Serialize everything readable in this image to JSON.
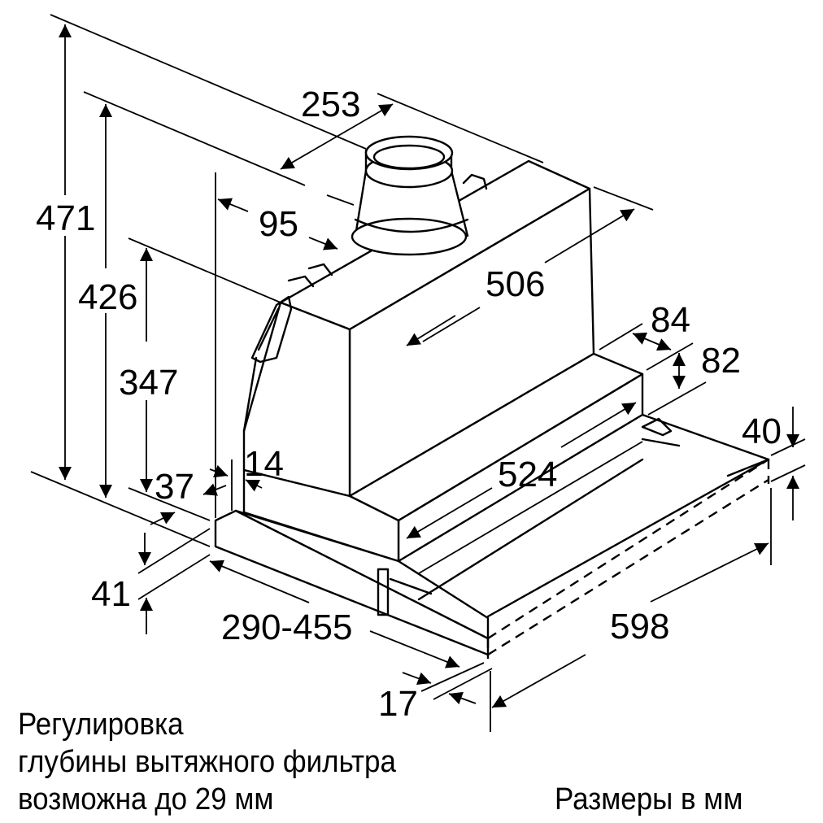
{
  "drawing": {
    "subject": "telescopic range hood dimension drawing",
    "line_color": "#000000",
    "background": "#ffffff"
  },
  "dimensions": {
    "d471": "471",
    "d426": "426",
    "d347": "347",
    "d253": "253",
    "d95": "95",
    "d506": "506",
    "d84": "84",
    "d82": "82",
    "d40": "40",
    "d524": "524",
    "d14": "14",
    "d37": "37",
    "d41": "41",
    "d290_455": "290-455",
    "d598": "598",
    "d17": "17"
  },
  "notes": {
    "filter_note_line1": "Регулировка",
    "filter_note_line2": "глубины вытяжного фильтра",
    "filter_note_line3": "возможна до 29 мм",
    "units": "Размеры в мм"
  }
}
